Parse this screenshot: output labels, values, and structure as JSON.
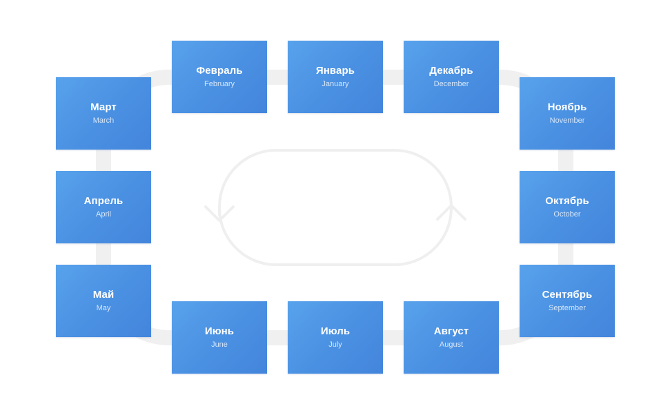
{
  "colors": {
    "card_fill": "#4a90e2",
    "card_text": "#ffffff",
    "track": "#f0f0f1"
  },
  "diagram": {
    "cycle_icon": "circular-arrows-icon",
    "months": [
      {
        "ru": "Февраль",
        "en": "February"
      },
      {
        "ru": "Январь",
        "en": "January"
      },
      {
        "ru": "Декабрь",
        "en": "December"
      },
      {
        "ru": "Март",
        "en": "March"
      },
      {
        "ru": "Ноябрь",
        "en": "November"
      },
      {
        "ru": "Апрель",
        "en": "April"
      },
      {
        "ru": "Октябрь",
        "en": "October"
      },
      {
        "ru": "Май",
        "en": "May"
      },
      {
        "ru": "Сентябрь",
        "en": "September"
      },
      {
        "ru": "Июнь",
        "en": "June"
      },
      {
        "ru": "Июль",
        "en": "July"
      },
      {
        "ru": "Август",
        "en": "August"
      }
    ]
  }
}
